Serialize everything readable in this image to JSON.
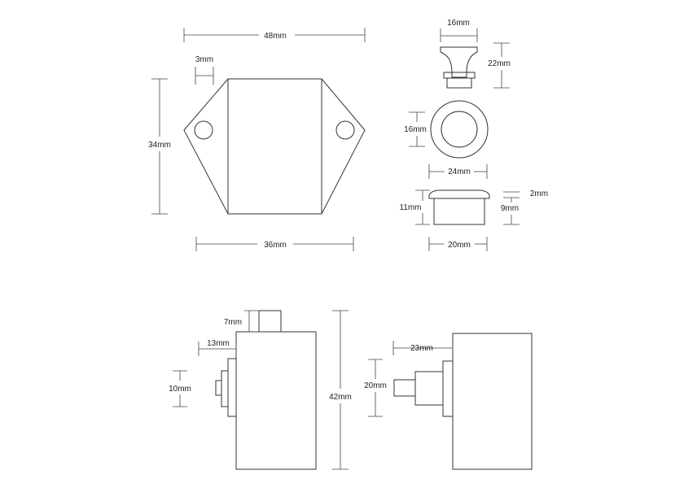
{
  "colors": {
    "line": "#333333",
    "text": "#222222",
    "background": "#ffffff"
  },
  "top_view": {
    "width_label": "48mm",
    "flange_label": "3mm",
    "height_label": "34mm",
    "body_width_label": "36mm"
  },
  "knob": {
    "top_diameter_label": "16mm",
    "height_label": "22mm"
  },
  "ring": {
    "inner_diameter_label": "16mm",
    "outer_diameter_label": "24mm"
  },
  "sleeve": {
    "height_label": "11mm",
    "rim_label": "2mm",
    "body_height_label": "9mm",
    "diameter_label": "20mm"
  },
  "side_view_left": {
    "top_stub_label": "7mm",
    "button_offset_label": "13mm",
    "button_height_label": "10mm",
    "total_height_label": "42mm"
  },
  "side_view_right": {
    "button_offset_label": "23mm",
    "button_height_label": "20mm"
  }
}
